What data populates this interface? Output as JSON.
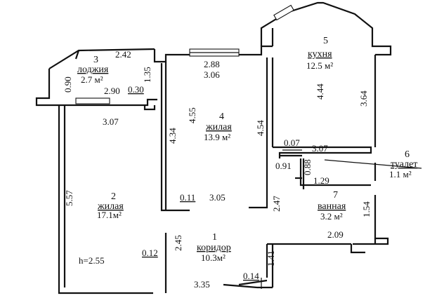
{
  "rooms": [
    {
      "number": "3",
      "name": "лоджия",
      "area": "2.7 м²"
    },
    {
      "number": "5",
      "name": "кухня",
      "area": "12.5 м²"
    },
    {
      "number": "4",
      "name": "жилая",
      "area": "13.9 м²"
    },
    {
      "number": "6",
      "name": "туалет",
      "area": "1.1 м²"
    },
    {
      "number": "7",
      "name": "ванная",
      "area": "3.2 м²"
    },
    {
      "number": "2",
      "name": "жилая",
      "area": "17.1м²"
    },
    {
      "number": "1",
      "name": "коридор",
      "area": "10.3м²"
    }
  ],
  "dimensions": [
    "0.90",
    "2.42",
    "1.35",
    "2.90",
    "0.30",
    "3.07",
    "2.88",
    "3.06",
    "4.44",
    "3.64",
    "4.34",
    "4.55",
    "4.54",
    "0.07",
    "3.07",
    "0.91",
    "0.88",
    "1.29",
    "5.57",
    "0.11",
    "3.05",
    "2.47",
    "1.54",
    "2.09",
    "2.45",
    "0.12",
    "1.41",
    "3.35",
    "0.14"
  ],
  "ceiling_height": "h=2.55"
}
